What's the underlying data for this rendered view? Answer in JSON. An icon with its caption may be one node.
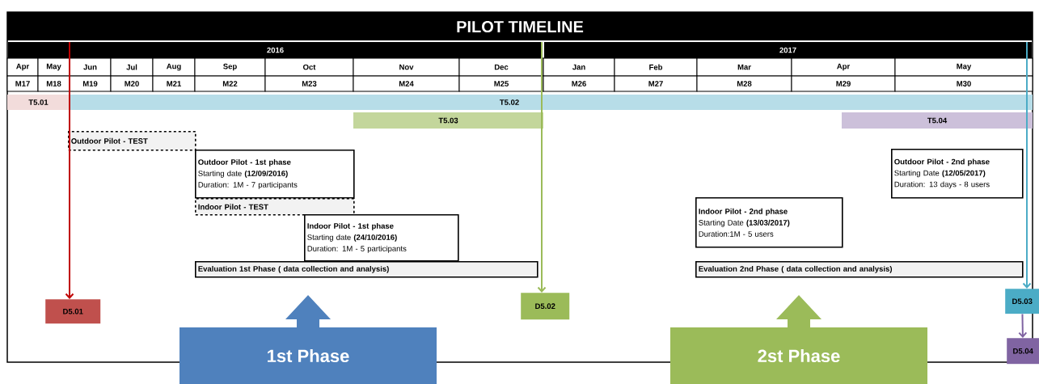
{
  "diagram": {
    "title": "PILOT TIMELINE",
    "nodes": [
      {
        "text": [
          "T5.01"
        ]
      },
      {
        "text": [
          "T5.02"
        ]
      },
      {
        "text": [
          "T5.03"
        ]
      },
      {
        "text": [
          "T5.04"
        ]
      },
      {
        "text": [
          "Outdoor  Pilot - TEST"
        ]
      },
      {
        "text": [
          "Outdoor Pilot - 1st phase",
          "Starting date **(12/09/2016)**",
          "Duration: 1M - 7 participants"
        ]
      },
      {
        "text": [
          "Outdoor Pilot - 2nd phase",
          "Starting Date **(12/05/2017)**",
          "Duration: 13 days - 8 users"
        ]
      },
      {
        "text": [
          "Indoor Pilot - TEST"
        ]
      },
      {
        "text": [
          "Indoor Pilot - 2nd phase",
          "Starting Date **(13/03/2017)**",
          "Duration:1M - 5  users"
        ]
      },
      {
        "text": [
          "Indoor Pilot - 1st phase",
          "Starting date **(24/10/2016)**",
          "Duration: 1M - 5 participants"
        ]
      },
      {
        "text": [
          "Evaluation  1st Phase ( data collection and analysis)"
        ]
      },
      {
        "text": [
          "Evaluation  2nd Phase ( data collection and analysis)"
        ]
      },
      {
        "text": [
          "D5.02"
        ]
      },
      {
        "text": [
          "D5.03"
        ]
      },
      {
        "text": [
          "D5.01"
        ]
      },
      {
        "text": [
          "1st Phase"
        ]
      },
      {
        "text": [
          "2st Phase"
        ]
      },
      {
        "text": [
          "D5.04"
        ]
      }
    ],
    "edges": [
      {
        "from": null,
        "to": 14,
        "arrow": "to",
        "color": "#c00000"
      },
      {
        "from": null,
        "to": 12,
        "arrow": "to",
        "color": "#9bbb59"
      },
      {
        "from": null,
        "to": 13,
        "arrow": "to",
        "color": "#4bacc6"
      },
      {
        "from": 13,
        "to": 17,
        "arrow": "to",
        "color": "#8064a2"
      }
    ],
    "labels": [
      "2016",
      "2017",
      "Apr",
      "May",
      "Jun",
      "Jul",
      "Aug",
      "Sep",
      "Oct",
      "Nov",
      "Dec",
      "Jan",
      "Feb",
      "Mar",
      "Apr",
      "May",
      "M17",
      "M18",
      "M19",
      "M20",
      "M21",
      "M22",
      "M23",
      "M24",
      "M25",
      "M26",
      "M27",
      "M28",
      "M29",
      "M30"
    ]
  }
}
